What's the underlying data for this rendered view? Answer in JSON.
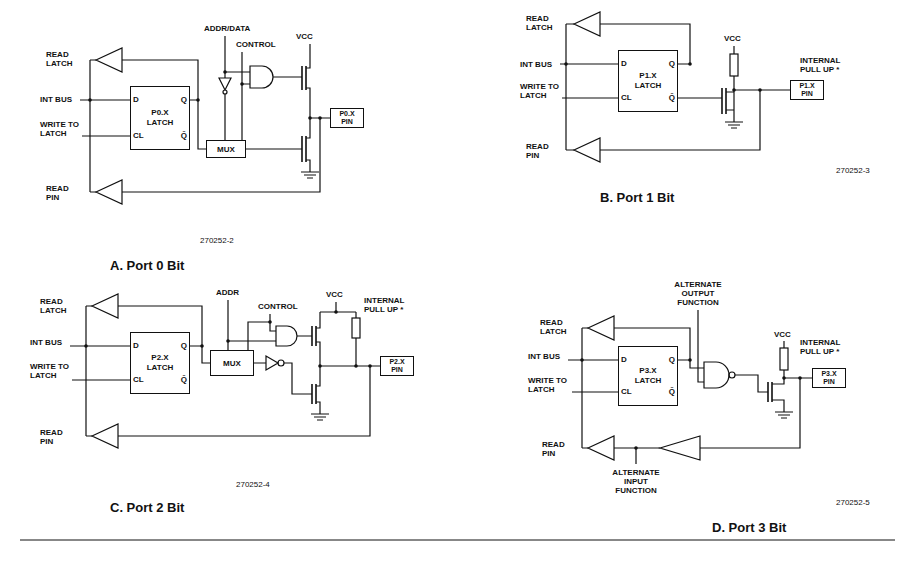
{
  "diagram": {
    "nodes": [
      {
        "text": [
          "P0.X LATCH",
          "D",
          "Q",
          "CL",
          "Q̄"
        ]
      },
      {
        "text": [
          "MUX"
        ]
      },
      {
        "text": [
          "P0.X PIN"
        ]
      },
      {
        "text": [
          "P1.X LATCH",
          "D",
          "Q",
          "CL",
          "Q̄"
        ]
      },
      {
        "text": [
          "P1.X PIN"
        ]
      },
      {
        "text": [
          "P2.X LATCH",
          "D",
          "Q",
          "CL",
          "Q̄"
        ]
      },
      {
        "text": [
          "MUX"
        ]
      },
      {
        "text": [
          "P2.X PIN"
        ]
      },
      {
        "text": [
          "P3.X LATCH",
          "D",
          "Q",
          "CL",
          "Q̄"
        ]
      },
      {
        "text": [
          "P3.X PIN"
        ]
      }
    ],
    "edges": [
      {
        "from": 0,
        "to": 1,
        "arrow": "none"
      },
      {
        "from": 5,
        "to": 6,
        "arrow": "none"
      }
    ],
    "labels": [
      "READ LATCH",
      "ADDR/DATA",
      "CONTROL",
      "VCC",
      "INT BUS",
      "WRITE TO LATCH",
      "READ PIN",
      "270252-2",
      "A. Port 0 Bit",
      "READ LATCH",
      "VCC",
      "INTERNAL PULL UP *",
      "INT BUS",
      "WRITE TO LATCH",
      "READ PIN",
      "270252-3",
      "B. Port 1 Bit",
      "READ LATCH",
      "ADDR",
      "CONTROL",
      "VCC",
      "INTERNAL PULL UP *",
      "INT BUS",
      "WRITE TO LATCH",
      "READ PIN",
      "270252-4",
      "C. Port 2 Bit",
      "ALTERNATE OUTPUT FUNCTION",
      "VCC",
      "INTERNAL PULL UP *",
      "READ LATCH",
      "INT BUS",
      "WRITE TO LATCH",
      "READ PIN",
      "ALTERNATE INPUT FUNCTION",
      "270252-5",
      "D. Port 3 Bit"
    ]
  }
}
